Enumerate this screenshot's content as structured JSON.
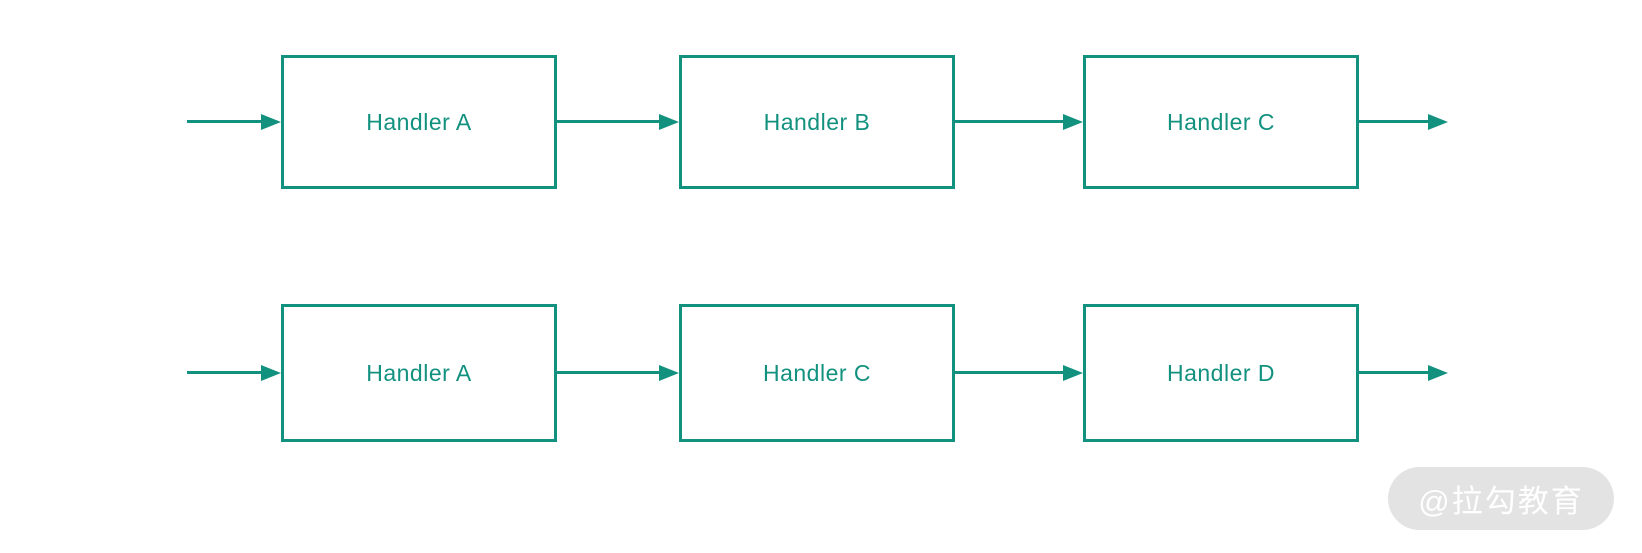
{
  "diagram": {
    "title": "handler-chain-diagram",
    "rows": [
      {
        "name": "chain-top",
        "boxes": [
          {
            "label": "Handler A"
          },
          {
            "label": "Handler B"
          },
          {
            "label": "Handler C"
          }
        ]
      },
      {
        "name": "chain-bottom",
        "boxes": [
          {
            "label": "Handler A"
          },
          {
            "label": "Handler C"
          },
          {
            "label": "Handler D"
          }
        ]
      }
    ]
  },
  "watermark": {
    "text": "@拉勾教育"
  },
  "colors": {
    "accent": "#12917F",
    "background": "#FFFFFF",
    "watermark_bg": "#E3E3E3",
    "watermark_text": "#FFFFFF"
  }
}
